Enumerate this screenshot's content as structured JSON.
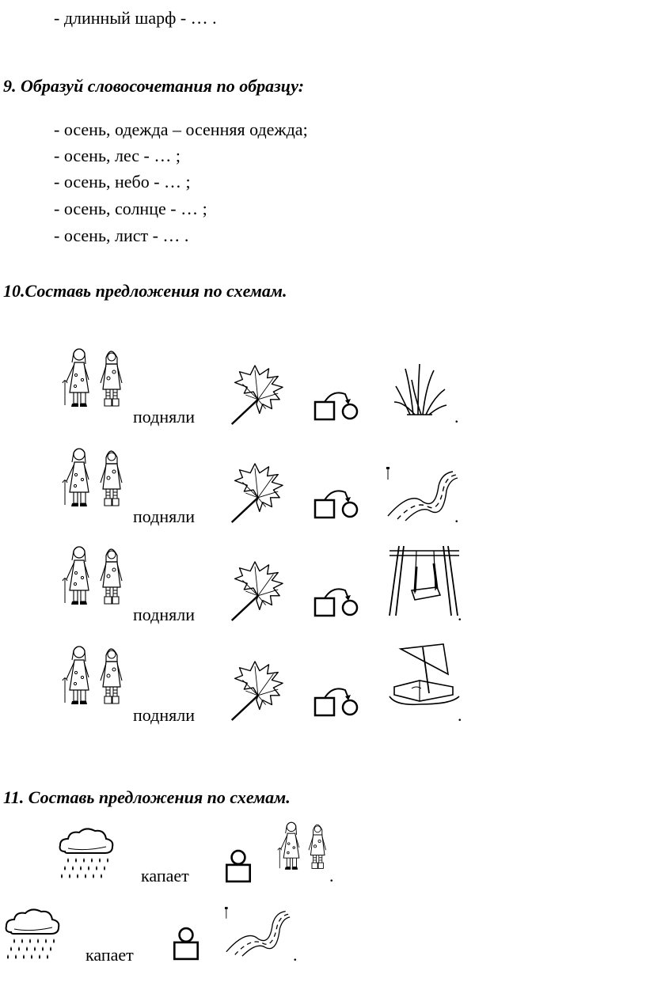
{
  "top_line": "- длинный шарф - … .",
  "task9": {
    "title": "9. Образуй словосочетания по образцу:",
    "items": [
      "- осень, одежда – осенняя одежда;",
      "- осень, лес - … ;",
      "- осень, небо - … ;",
      "- осень, солнце - … ;",
      "- осень, лист - … ."
    ]
  },
  "task10": {
    "title": "10.Составь предложения по схемам.",
    "rows": [
      {
        "verb": "подняли",
        "end": ".",
        "object": "grass-icon"
      },
      {
        "verb": "подняли",
        "end": ".",
        "object": "road-icon"
      },
      {
        "verb": "подняли",
        "end": ".",
        "object": "swing-icon"
      },
      {
        "verb": "подняли",
        "end": ".",
        "object": "sandbox-icon"
      }
    ]
  },
  "task11": {
    "title": "11. Составь предложения по схемам.",
    "rows": [
      {
        "verb": "капает",
        "end": ".",
        "object": "children-icon"
      },
      {
        "verb": "капает",
        "end": ".",
        "object": "road-icon"
      }
    ]
  }
}
